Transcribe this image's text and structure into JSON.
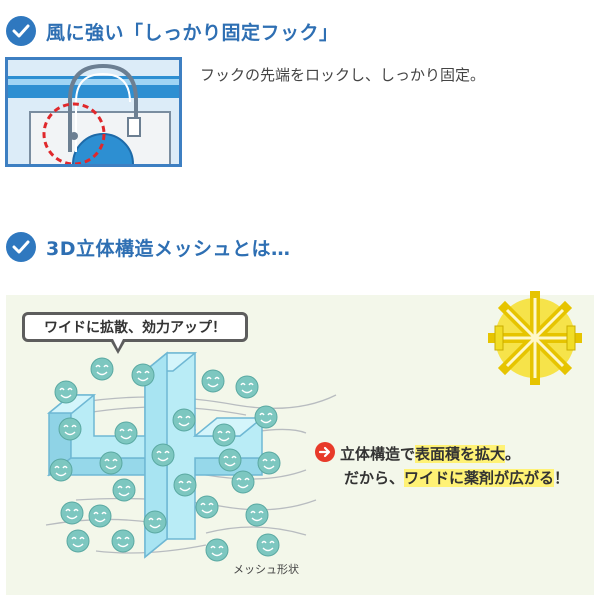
{
  "heading1": {
    "text": "風に強い「しっかり固定フック」",
    "icon": "check-icon"
  },
  "hook_section": {
    "description": "フックの先端をロックし、しっかり固定。"
  },
  "heading2": {
    "text": "3D立体構造メッシュとは…",
    "icon": "check-icon"
  },
  "mesh_section": {
    "bubble_text": "ワイドに拡散、効力アップ！",
    "explain_line1": {
      "part1": "立体構造で",
      "highlight": "表面積を拡大",
      "part2": "。"
    },
    "explain_line2": {
      "part1": "だから、",
      "highlight": "ワイドに薬剤が広がる",
      "part2": "！"
    },
    "caption": "メッシュ形状"
  },
  "colors": {
    "accent_blue": "#2f78bf",
    "panel_bg": "#f3f7ea",
    "face_teal": "#7dc7c0",
    "mesh_cyan": "#b9ecf6",
    "highlight_yellow": "#fff275",
    "pointer_red": "#e83a2a",
    "badge_yellow": "#f1dd26"
  }
}
